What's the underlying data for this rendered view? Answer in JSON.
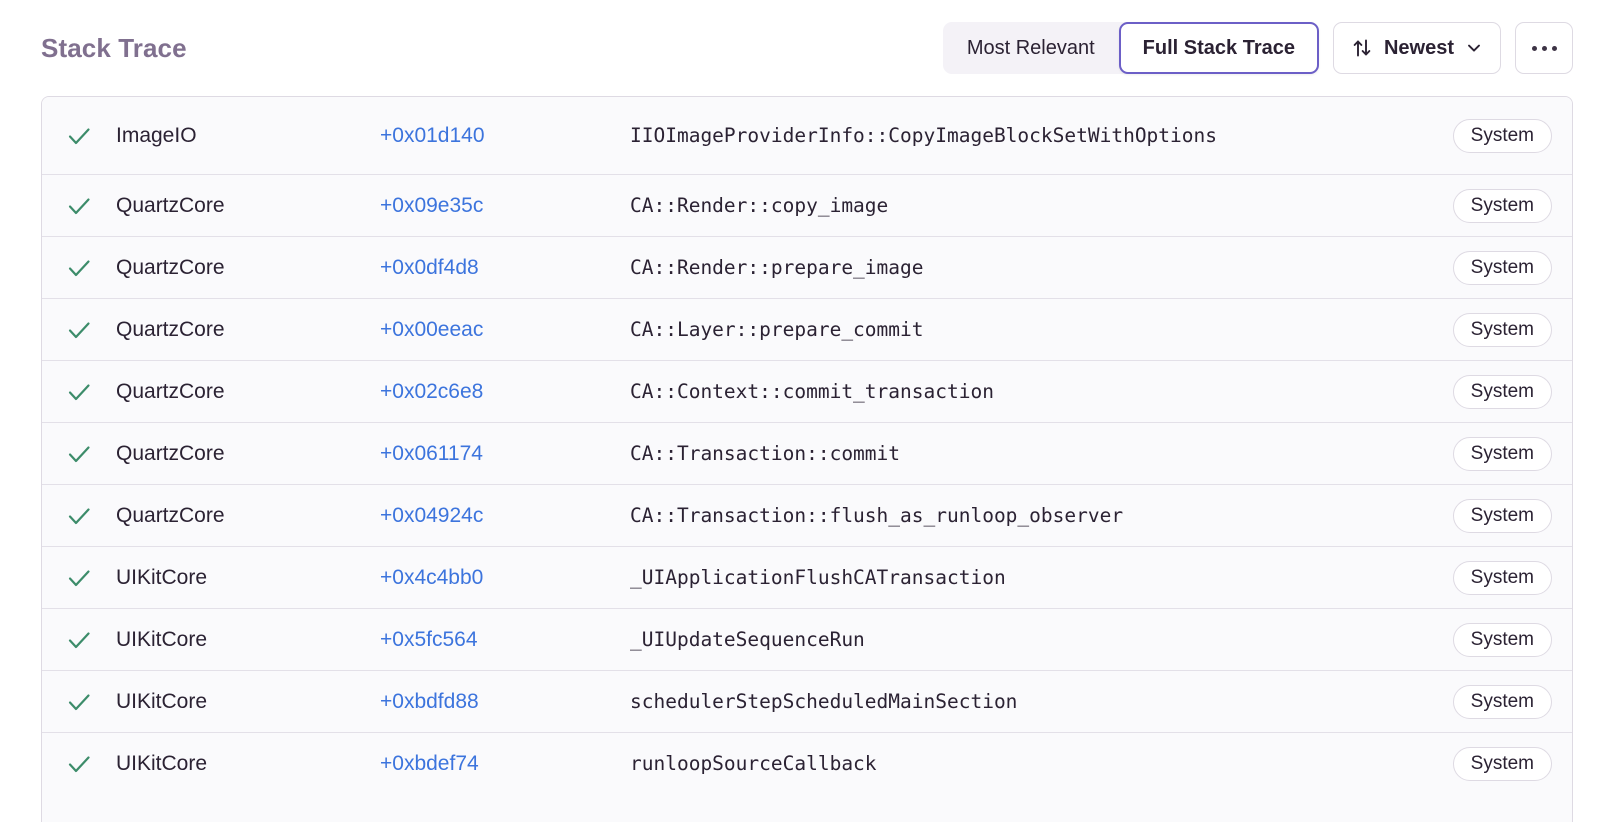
{
  "header": {
    "title": "Stack Trace",
    "segmented": {
      "options": [
        {
          "label": "Most Relevant",
          "active": false
        },
        {
          "label": "Full Stack Trace",
          "active": true
        }
      ]
    },
    "sort": {
      "icon": "sort-arrows-icon",
      "value": "Newest",
      "chevron": "chevron-down-icon"
    },
    "more": {
      "label": "...",
      "icon": "ellipsis-icon"
    }
  },
  "colors": {
    "accent": "#6C5FC7",
    "link": "#3C74DD",
    "check": "#3C8C6A",
    "title": "#80708F",
    "row_bg": "#FAFAFC",
    "border": "#DEDAE3"
  },
  "table": {
    "rows": [
      {
        "status": "checked",
        "package": "ImageIO",
        "address": "+0x01d140",
        "function": "IIOImageProviderInfo::CopyImageBlockSetWithOptions",
        "tag": "System"
      },
      {
        "status": "checked",
        "package": "QuartzCore",
        "address": "+0x09e35c",
        "function": "CA::Render::copy_image",
        "tag": "System"
      },
      {
        "status": "checked",
        "package": "QuartzCore",
        "address": "+0x0df4d8",
        "function": "CA::Render::prepare_image",
        "tag": "System"
      },
      {
        "status": "checked",
        "package": "QuartzCore",
        "address": "+0x00eeac",
        "function": "CA::Layer::prepare_commit",
        "tag": "System"
      },
      {
        "status": "checked",
        "package": "QuartzCore",
        "address": "+0x02c6e8",
        "function": "CA::Context::commit_transaction",
        "tag": "System"
      },
      {
        "status": "checked",
        "package": "QuartzCore",
        "address": "+0x061174",
        "function": "CA::Transaction::commit",
        "tag": "System"
      },
      {
        "status": "checked",
        "package": "QuartzCore",
        "address": "+0x04924c",
        "function": "CA::Transaction::flush_as_runloop_observer",
        "tag": "System"
      },
      {
        "status": "checked",
        "package": "UIKitCore",
        "address": "+0x4c4bb0",
        "function": "_UIApplicationFlushCATransaction",
        "tag": "System"
      },
      {
        "status": "checked",
        "package": "UIKitCore",
        "address": "+0x5fc564",
        "function": "_UIUpdateSequenceRun",
        "tag": "System"
      },
      {
        "status": "checked",
        "package": "UIKitCore",
        "address": "+0xbdfd88",
        "function": "schedulerStepScheduledMainSection",
        "tag": "System"
      },
      {
        "status": "checked",
        "package": "UIKitCore",
        "address": "+0xbdef74",
        "function": "runloopSourceCallback",
        "tag": "System"
      }
    ]
  }
}
